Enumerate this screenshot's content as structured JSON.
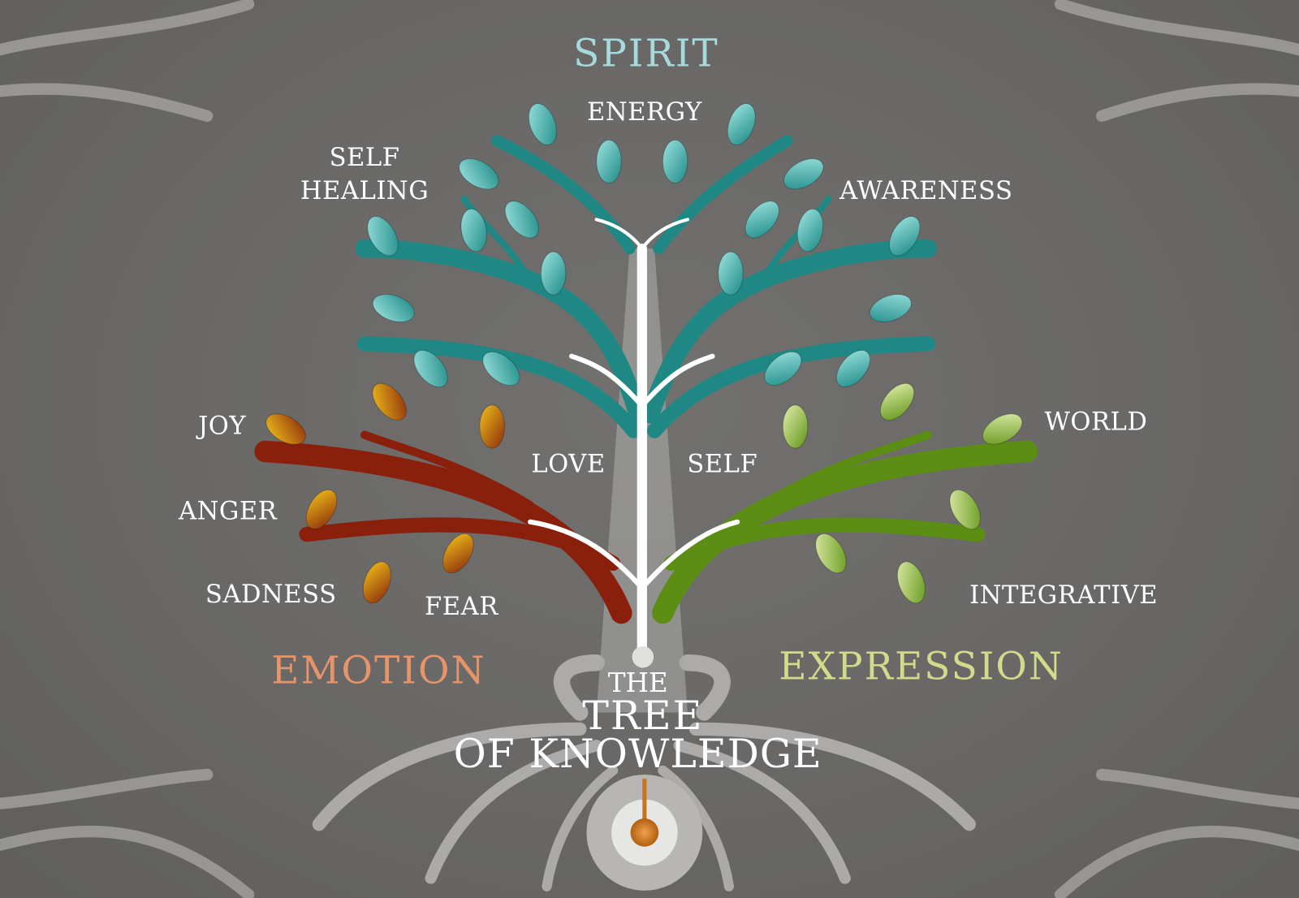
{
  "title": {
    "line1": "THE",
    "line2": "TREE",
    "line3": "OF KNOWLEDGE"
  },
  "sections": {
    "spirit": {
      "label": "SPIRIT",
      "color": "#a6dadd"
    },
    "emotion": {
      "label": "EMOTION",
      "color": "#e8946a"
    },
    "expression": {
      "label": "EXPRESSION",
      "color": "#d3db8a"
    }
  },
  "spirit_leaves": {
    "energy": "ENERGY",
    "self_healing_1": "SELF",
    "self_healing_2": "HEALING",
    "awareness": "AWARENESS"
  },
  "emotion_leaves": {
    "joy": "JOY",
    "anger": "ANGER",
    "sadness": "SADNESS",
    "fear": "FEAR",
    "love": "LOVE"
  },
  "expression_leaves": {
    "self": "SELF",
    "world": "WORLD",
    "integrative": "INTEGRATIVE"
  },
  "colors": {
    "teal": "#1f8884",
    "red": "#8a1f0c",
    "green": "#5b8e12",
    "seed": "#c8741c"
  }
}
